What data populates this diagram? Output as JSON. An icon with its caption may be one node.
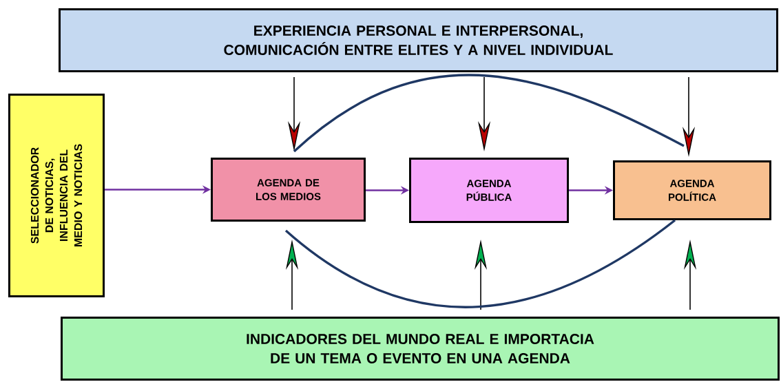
{
  "diagram": {
    "nodes": [
      {
        "text": [
          "EXPERIENCIA PERSONAL E INTERPERSONAL, COMUNICACIÓN ENTRE ELITES Y A NIVEL INDIVIDUAL"
        ]
      },
      {
        "text": [
          "SELECCIONADOR DE NOTICIAS, INFLUENCIA DEL MEDIO Y NOTICIAS"
        ]
      },
      {
        "text": [
          "AGENDA DE LOS MEDIOS"
        ]
      },
      {
        "text": [
          "AGENDA PÚBLICA"
        ]
      },
      {
        "text": [
          "AGENDA POLÍTICA"
        ]
      },
      {
        "text": [
          "INDICADORES DEL MUNDO REAL E IMPORTACIA DE UN TEMA O EVENTO EN UNA AGENDA"
        ]
      }
    ],
    "edges": [
      {
        "from": 1,
        "to": 2,
        "arrow": "to",
        "color": "#7030a0"
      },
      {
        "from": 2,
        "to": 3,
        "arrow": "to",
        "color": "#7030a0"
      },
      {
        "from": 3,
        "to": 4,
        "arrow": "to",
        "color": "#7030a0"
      },
      {
        "from": 0,
        "to": 2,
        "arrow": "to"
      },
      {
        "from": 0,
        "to": 3,
        "arrow": "to"
      },
      {
        "from": 0,
        "to": 4,
        "arrow": "to"
      },
      {
        "from": 5,
        "to": 2,
        "arrow": "to"
      },
      {
        "from": 5,
        "to": 3,
        "arrow": "to"
      },
      {
        "from": 5,
        "to": 4,
        "arrow": "to"
      },
      {
        "from": 2,
        "to": 4,
        "arrow": "none",
        "style": "thick",
        "color": "#1f3864"
      },
      {
        "from": 2,
        "to": 4,
        "arrow": "none",
        "style": "thick",
        "color": "#1f3864"
      }
    ]
  }
}
